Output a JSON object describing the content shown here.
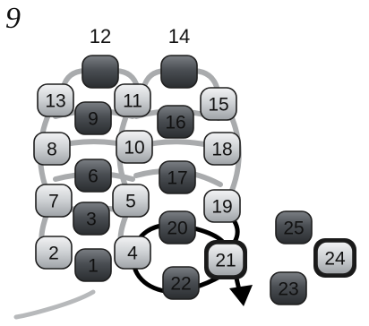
{
  "step_number": "9",
  "colors": {
    "dark_bead": "#404448",
    "light_bead": "#cdd0d3",
    "thread": "#a9abad",
    "working_thread": "#000000"
  },
  "beads": [
    {
      "label": "12",
      "tone": "dark"
    },
    {
      "label": "14",
      "tone": "dark"
    },
    {
      "label": "13",
      "tone": "light"
    },
    {
      "label": "9",
      "tone": "dark"
    },
    {
      "label": "11",
      "tone": "light"
    },
    {
      "label": "16",
      "tone": "dark"
    },
    {
      "label": "15",
      "tone": "light"
    },
    {
      "label": "8",
      "tone": "light"
    },
    {
      "label": "10",
      "tone": "light"
    },
    {
      "label": "18",
      "tone": "light"
    },
    {
      "label": "6",
      "tone": "dark"
    },
    {
      "label": "17",
      "tone": "dark"
    },
    {
      "label": "7",
      "tone": "light"
    },
    {
      "label": "5",
      "tone": "light"
    },
    {
      "label": "19",
      "tone": "light"
    },
    {
      "label": "3",
      "tone": "dark"
    },
    {
      "label": "20",
      "tone": "dark"
    },
    {
      "label": "2",
      "tone": "light"
    },
    {
      "label": "4",
      "tone": "light"
    },
    {
      "label": "21",
      "tone": "light",
      "highlight": true
    },
    {
      "label": "1",
      "tone": "dark"
    },
    {
      "label": "22",
      "tone": "dark"
    },
    {
      "label": "25",
      "tone": "dark"
    },
    {
      "label": "24",
      "tone": "light",
      "highlight": true
    },
    {
      "label": "23",
      "tone": "dark"
    }
  ]
}
